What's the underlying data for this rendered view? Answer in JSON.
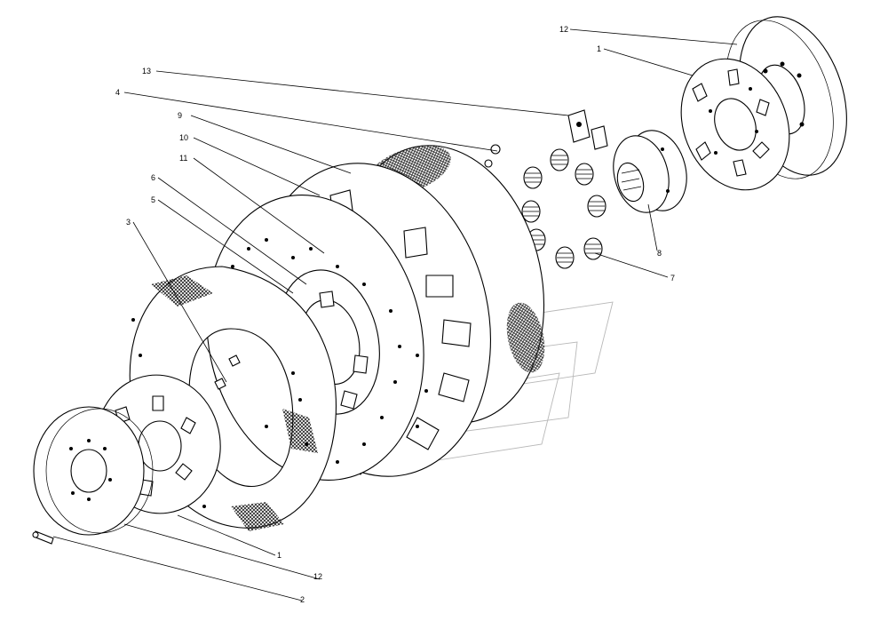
{
  "diagram": {
    "callouts": [
      {
        "id": "c12top",
        "text": "12"
      },
      {
        "id": "c1top",
        "text": "1"
      },
      {
        "id": "c13",
        "text": "13"
      },
      {
        "id": "c4",
        "text": "4"
      },
      {
        "id": "c9",
        "text": "9"
      },
      {
        "id": "c10",
        "text": "10"
      },
      {
        "id": "c11",
        "text": "11"
      },
      {
        "id": "c6",
        "text": "6"
      },
      {
        "id": "c5",
        "text": "5"
      },
      {
        "id": "c3",
        "text": "3"
      },
      {
        "id": "c8",
        "text": "8"
      },
      {
        "id": "c7",
        "text": "7"
      },
      {
        "id": "c1bot",
        "text": "1"
      },
      {
        "id": "c12bot",
        "text": "12"
      },
      {
        "id": "c2",
        "text": "2"
      }
    ]
  }
}
